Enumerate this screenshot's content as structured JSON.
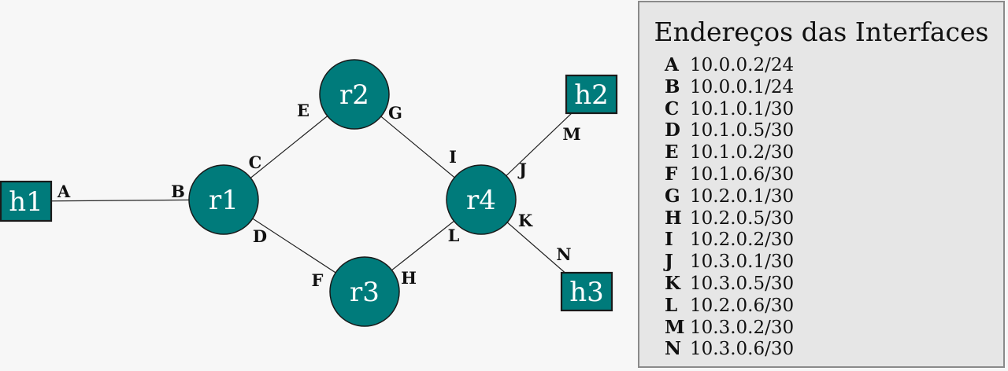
{
  "nodes": [
    {
      "id": "h1",
      "label": "h1",
      "shape": "rect"
    },
    {
      "id": "h2",
      "label": "h2",
      "shape": "rect"
    },
    {
      "id": "h3",
      "label": "h3",
      "shape": "rect"
    },
    {
      "id": "r1",
      "label": "r1",
      "shape": "circle"
    },
    {
      "id": "r2",
      "label": "r2",
      "shape": "circle"
    },
    {
      "id": "r3",
      "label": "r3",
      "shape": "circle"
    },
    {
      "id": "r4",
      "label": "r4",
      "shape": "circle"
    }
  ],
  "links": [
    {
      "from": "h1",
      "to": "r1",
      "from_iface": "A",
      "to_iface": "B"
    },
    {
      "from": "r1",
      "to": "r2",
      "from_iface": "C",
      "to_iface": "E"
    },
    {
      "from": "r1",
      "to": "r3",
      "from_iface": "D",
      "to_iface": "F"
    },
    {
      "from": "r2",
      "to": "r4",
      "from_iface": "G",
      "to_iface": "I"
    },
    {
      "from": "r3",
      "to": "r4",
      "from_iface": "H",
      "to_iface": "L"
    },
    {
      "from": "r4",
      "to": "h2",
      "from_iface": "J",
      "to_iface": "M"
    },
    {
      "from": "r4",
      "to": "h3",
      "from_iface": "K",
      "to_iface": "N"
    }
  ],
  "panel": {
    "title": "Endereços das Interfaces",
    "addresses": [
      {
        "letter": "A",
        "addr": "10.0.0.2/24"
      },
      {
        "letter": "B",
        "addr": "10.0.0.1/24"
      },
      {
        "letter": "C",
        "addr": "10.1.0.1/30"
      },
      {
        "letter": "D",
        "addr": "10.1.0.5/30"
      },
      {
        "letter": "E",
        "addr": "10.1.0.2/30"
      },
      {
        "letter": "F",
        "addr": "10.1.0.6/30"
      },
      {
        "letter": "G",
        "addr": "10.2.0.1/30"
      },
      {
        "letter": "H",
        "addr": "10.2.0.5/30"
      },
      {
        "letter": "I",
        "addr": "10.2.0.2/30"
      },
      {
        "letter": "J",
        "addr": "10.3.0.1/30"
      },
      {
        "letter": "K",
        "addr": "10.3.0.5/30"
      },
      {
        "letter": "L",
        "addr": "10.2.0.6/30"
      },
      {
        "letter": "M",
        "addr": "10.3.0.2/30"
      },
      {
        "letter": "N",
        "addr": "10.3.0.6/30"
      }
    ]
  },
  "colors": {
    "node_fill": "#007b7b",
    "node_stroke": "#1a1a1a",
    "link": "#222222"
  }
}
